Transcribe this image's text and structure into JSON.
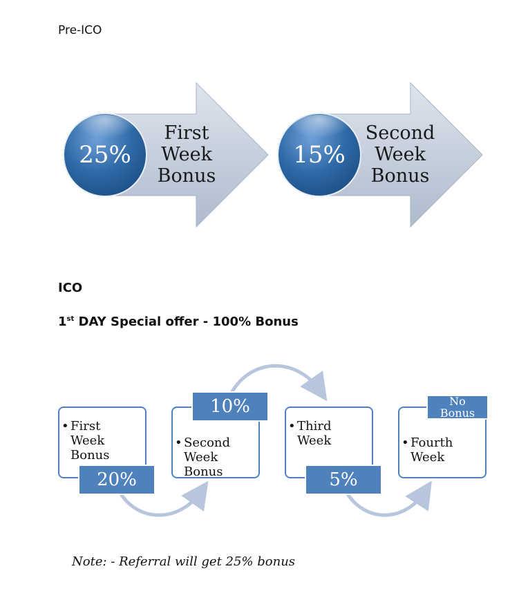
{
  "pre_ico": {
    "heading": "Pre-ICO",
    "steps": [
      {
        "percent": "25%",
        "line1": "First",
        "line2": "Week",
        "line3": "Bonus"
      },
      {
        "percent": "15%",
        "line1": "Second",
        "line2": "Week",
        "line3": "Bonus"
      }
    ]
  },
  "ico": {
    "heading": "ICO",
    "day1_prefix": "1",
    "day1_sup": "st",
    "day1_rest": " DAY Special offer - 100% Bonus",
    "steps": [
      {
        "line1": "First",
        "line2": "Week",
        "line3": "Bonus",
        "percent": "20%"
      },
      {
        "line1": "Second",
        "line2": "Week",
        "line3": "Bonus",
        "percent": "10%"
      },
      {
        "line1": "Third",
        "line2": "Week",
        "percent": "5%"
      },
      {
        "line1": "Fourth",
        "line2": "Week",
        "percent_line1": "No",
        "percent_line2": "Bonus"
      }
    ]
  },
  "note": "Note: - Referral will get 25% bonus",
  "colors": {
    "box_border": "#4f81bd",
    "tag_fill": "#4f81bd",
    "arrow_fill": "#c4cede",
    "circle_fill": "#2f6aa8",
    "connector": "#b7c6dc"
  }
}
